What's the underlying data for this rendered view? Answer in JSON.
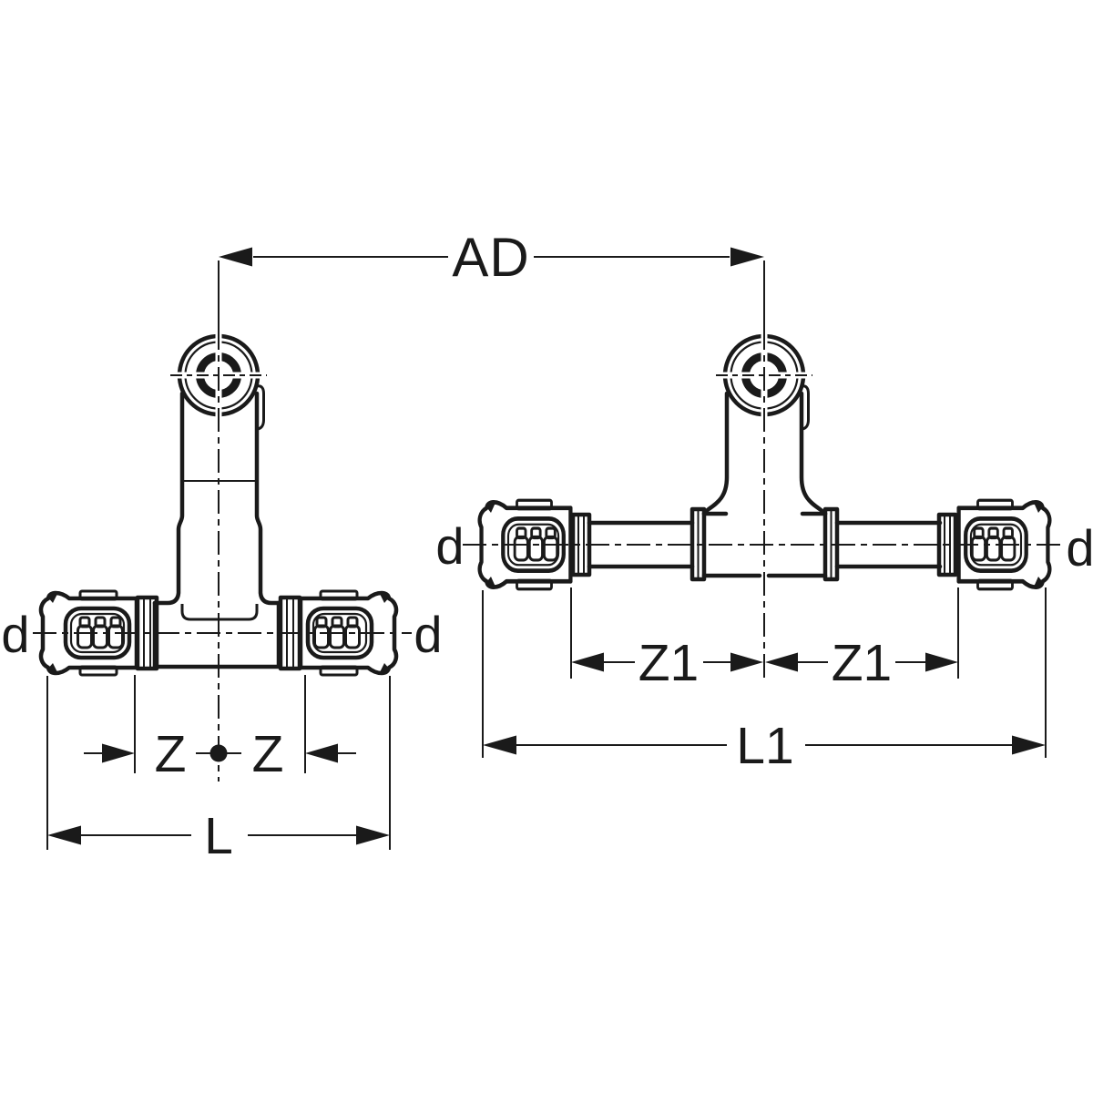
{
  "diagram": {
    "background_color": "#ffffff",
    "line_color": "#1a1a1a",
    "labels": {
      "ad": "AD",
      "d": "d",
      "z": "Z",
      "z1": "Z1",
      "l": "L",
      "l1": "L1"
    }
  }
}
